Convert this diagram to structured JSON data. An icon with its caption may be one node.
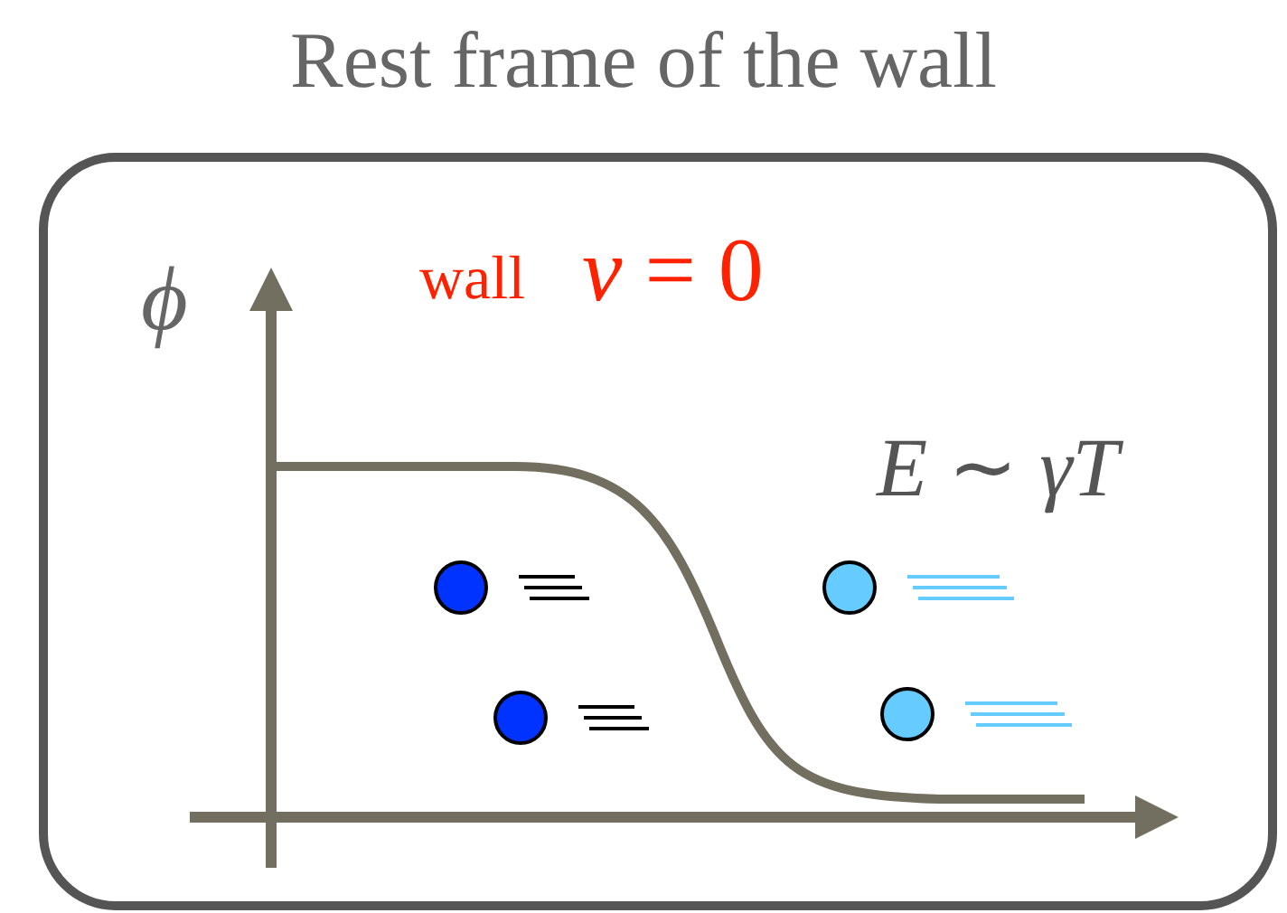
{
  "diagram": {
    "title": "Rest frame of the wall",
    "labels": [
      "ϕ",
      "wall",
      "*v* = 0",
      "*E* ∼ *γT*"
    ]
  }
}
